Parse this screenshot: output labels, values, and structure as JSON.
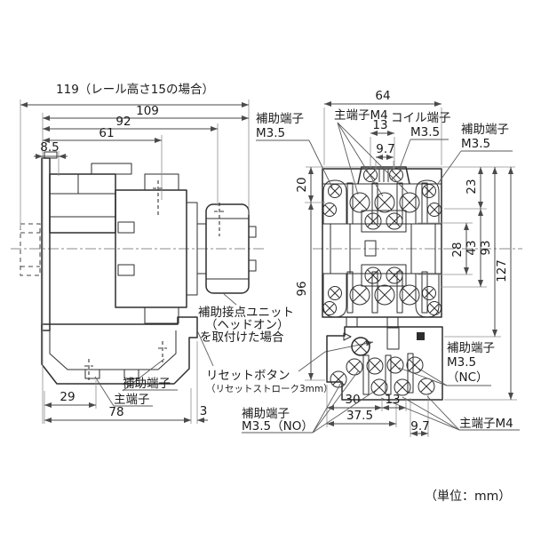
{
  "drawing": {
    "unit_note": "（単位：mm）",
    "side_view": {
      "dim_total_width": "119（レール高さ15の場合）",
      "dim_109": "109",
      "dim_92": "92",
      "dim_61": "61",
      "dim_8_5": "8.5",
      "dim_29": "29",
      "dim_78": "78",
      "dim_3": "3",
      "label_aux_terminal": "補助端子",
      "label_main_terminal": "主端子",
      "note_aux_unit_line1": "補助接点ユニット",
      "note_aux_unit_line2": "（ヘッドオン）",
      "note_aux_unit_line3": "を取付けた場合",
      "label_reset_button": "リセットボタン",
      "label_reset_stroke": "（リセットストローク3mm）"
    },
    "front_view": {
      "dim_64": "64",
      "dim_13_top": "13",
      "dim_9_7_top": "9.7",
      "dim_20": "20",
      "dim_96": "96",
      "dim_23": "23",
      "dim_28": "28",
      "dim_43": "43",
      "dim_93": "93",
      "dim_127": "127",
      "dim_30": "30",
      "dim_13_bottom": "13",
      "dim_37_5": "37.5",
      "dim_9_7_bottom": "9.7",
      "label_aux_top_left_line1": "補助端子",
      "label_aux_top_left_line2": "M3.5",
      "label_main_top": "主端子M4",
      "label_coil_line1": "コイル端子",
      "label_coil_line2": "M3.5",
      "label_aux_top_right_line1": "補助端子",
      "label_aux_top_right_line2": "M3.5",
      "label_aux_nc_line1": "補助端子",
      "label_aux_nc_line2": "M3.5",
      "label_aux_nc_line3": "（NC）",
      "label_aux_no_line1": "補助端子",
      "label_aux_no_line2": "M3.5（NO）",
      "label_main_bottom": "主端子M4"
    }
  }
}
